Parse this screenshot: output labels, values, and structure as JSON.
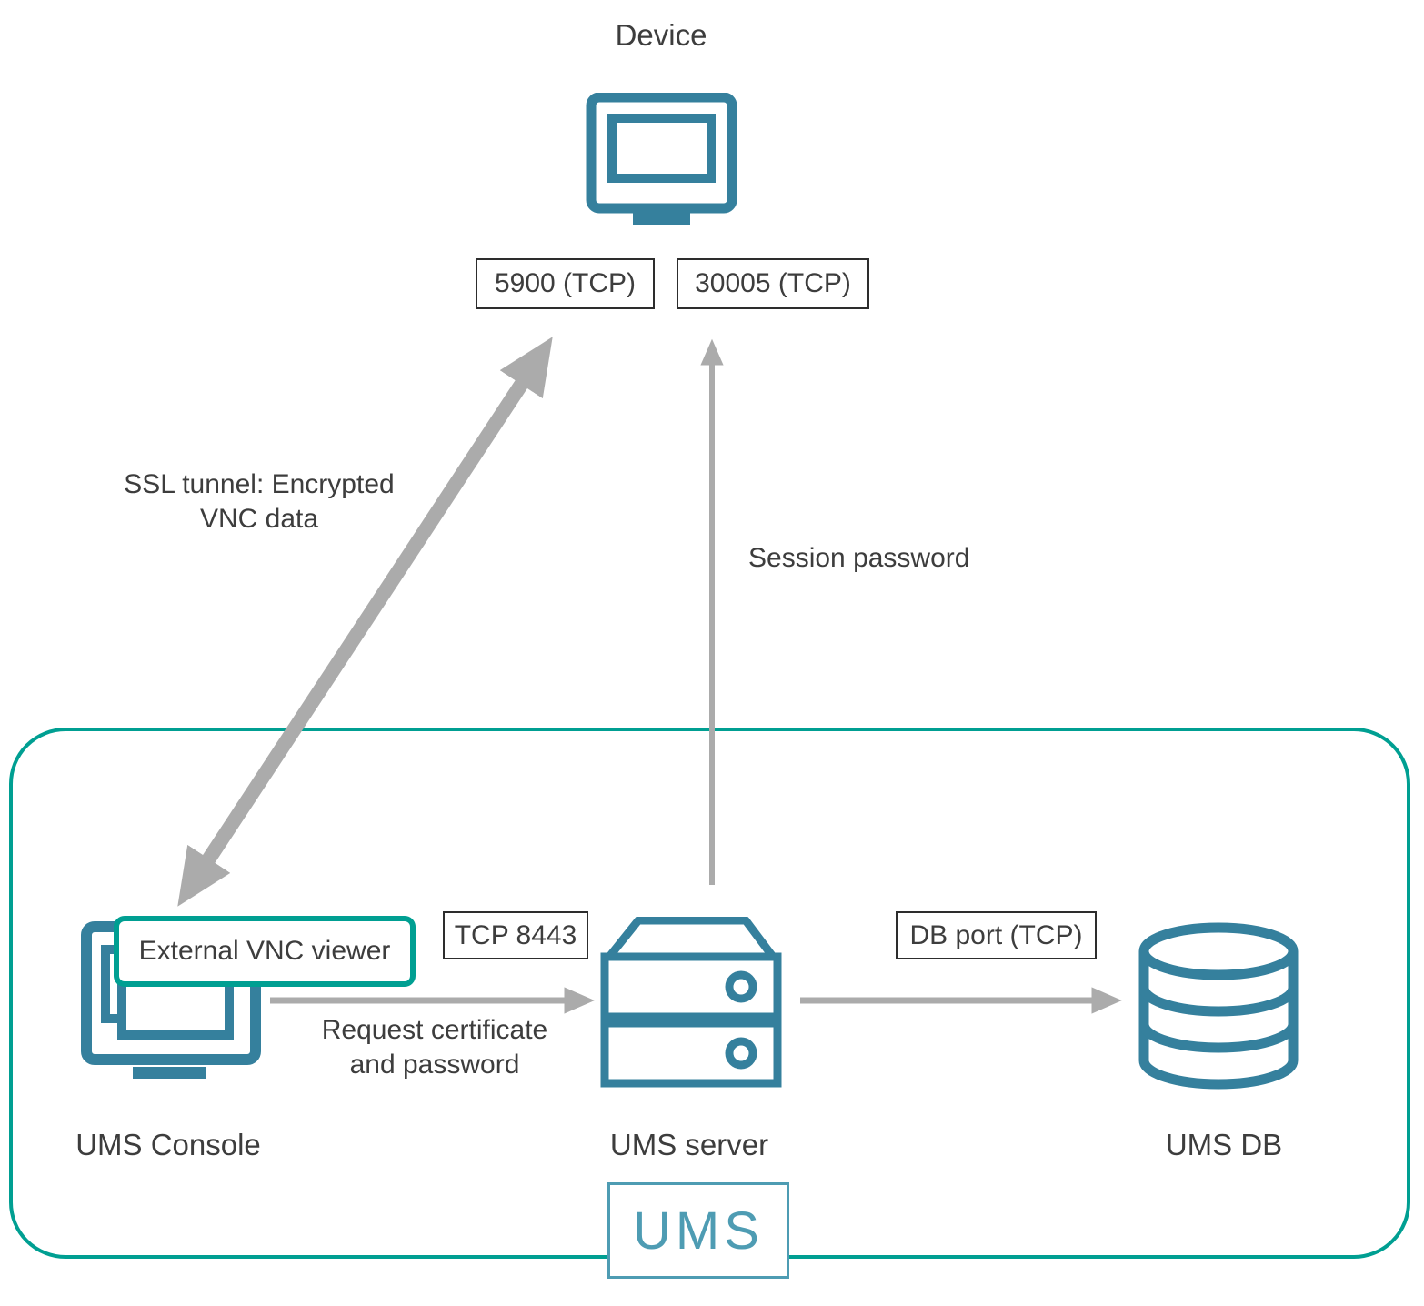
{
  "colors": {
    "icon_teal": "#35809d",
    "brand_teal": "#009f92",
    "arrow_gray": "#ababab",
    "text": "#3d3d3d",
    "logo_teal": "#4e9cb3"
  },
  "device": {
    "label": "Device",
    "icon": "monitor-icon"
  },
  "ports": {
    "vnc": "5900 (TCP)",
    "session": "30005 (TCP)",
    "tcp8443": "TCP 8443",
    "db": "DB port (TCP)"
  },
  "connections": {
    "ssl_tunnel": {
      "line1": "SSL tunnel: Encrypted",
      "line2": "VNC data"
    },
    "session_password": "Session password",
    "request": {
      "line1": "Request certificate",
      "line2": "and password"
    }
  },
  "ums_zone": {
    "console": {
      "label": "UMS Console",
      "icon": "console-monitor-icon"
    },
    "external_vnc": "External VNC viewer",
    "server": {
      "label": "UMS server",
      "icon": "server-stack-icon"
    },
    "db": {
      "label": "UMS DB",
      "icon": "database-icon"
    },
    "logo": "UMS"
  }
}
